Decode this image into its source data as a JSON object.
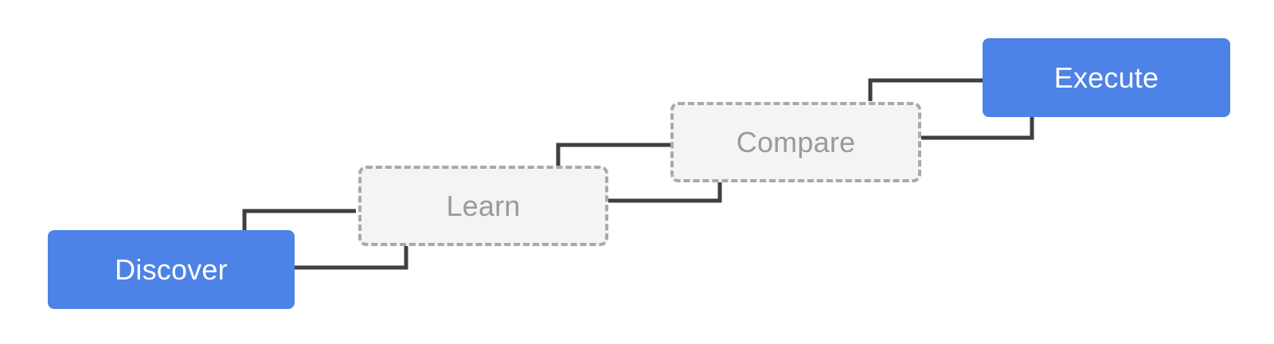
{
  "steps": [
    {
      "label": "Discover",
      "style": "solid"
    },
    {
      "label": "Learn",
      "style": "dashed"
    },
    {
      "label": "Compare",
      "style": "dashed"
    },
    {
      "label": "Execute",
      "style": "solid"
    }
  ],
  "colors": {
    "solid_fill": "#4d82e6",
    "solid_text": "#ffffff",
    "dashed_fill": "#f4f4f4",
    "dashed_border": "#a9a9a9",
    "dashed_text": "#9a9a9a",
    "connector": "#3f3f3f"
  }
}
